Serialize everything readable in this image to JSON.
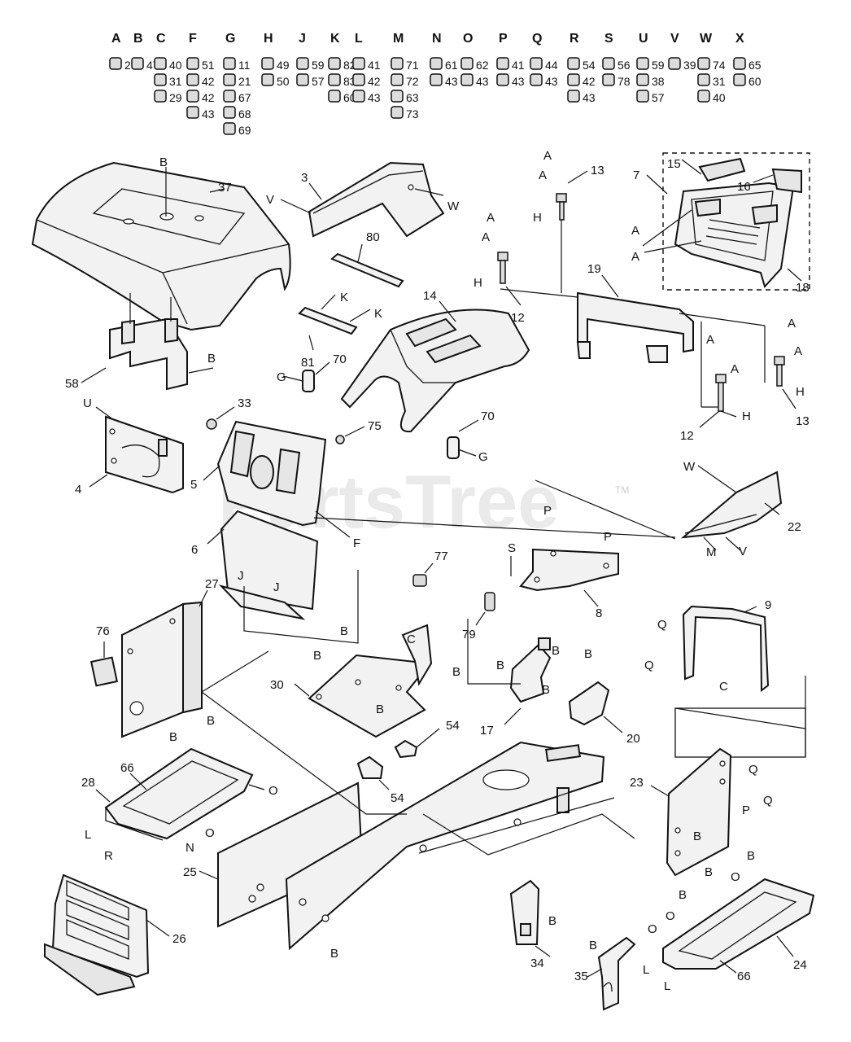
{
  "watermark": "PartsTree",
  "watermark_tm": "TM",
  "hardware": [
    {
      "letter": "A",
      "nums": [
        "2"
      ]
    },
    {
      "letter": "B",
      "nums": [
        "47"
      ]
    },
    {
      "letter": "C",
      "nums": [
        "40",
        "31",
        "29"
      ]
    },
    {
      "letter": "F",
      "nums": [
        "51",
        "42",
        "42",
        "43"
      ]
    },
    {
      "letter": "G",
      "nums": [
        "11",
        "21",
        "67",
        "68",
        "69"
      ]
    },
    {
      "letter": "H",
      "nums": [
        "49",
        "50"
      ]
    },
    {
      "letter": "J",
      "nums": [
        "59",
        "57"
      ]
    },
    {
      "letter": "K",
      "nums": [
        "82",
        "83",
        "60"
      ]
    },
    {
      "letter": "L",
      "nums": [
        "41",
        "42",
        "43"
      ]
    },
    {
      "letter": "M",
      "nums": [
        "71",
        "72",
        "63",
        "73"
      ]
    },
    {
      "letter": "N",
      "nums": [
        "61",
        "43"
      ]
    },
    {
      "letter": "O",
      "nums": [
        "62",
        "43"
      ]
    },
    {
      "letter": "P",
      "nums": [
        "41",
        "43"
      ]
    },
    {
      "letter": "Q",
      "nums": [
        "44",
        "43"
      ]
    },
    {
      "letter": "R",
      "nums": [
        "54",
        "42",
        "43"
      ]
    },
    {
      "letter": "S",
      "nums": [
        "56",
        "78"
      ]
    },
    {
      "letter": "U",
      "nums": [
        "59",
        "38",
        "57"
      ]
    },
    {
      "letter": "V",
      "nums": [
        "39"
      ]
    },
    {
      "letter": "W",
      "nums": [
        "74",
        "31",
        "40"
      ]
    },
    {
      "letter": "X",
      "nums": [
        "65",
        "60"
      ]
    }
  ],
  "part_labels": {
    "p37": "37",
    "p3": "3",
    "p13a": "13",
    "p7": "7",
    "p15": "15",
    "p16": "16",
    "p80": "80",
    "p14": "14",
    "p19": "19",
    "p18": "18",
    "p12a": "12",
    "p12b": "12",
    "p13b": "13",
    "p58": "58",
    "p81": "81",
    "p70a": "70",
    "p70b": "70",
    "p33": "33",
    "p75": "75",
    "p4": "4",
    "p5": "5",
    "p22": "22",
    "p6": "6",
    "p27": "27",
    "p77": "77",
    "p8": "8",
    "p79": "79",
    "p9": "9",
    "p76": "76",
    "p30": "30",
    "p17": "17",
    "p20": "20",
    "p54a": "54",
    "p54b": "54",
    "p28": "28",
    "p66a": "66",
    "p23": "23",
    "p25": "25",
    "p26": "26",
    "p34": "34",
    "p35": "35",
    "p24": "24",
    "p66b": "66"
  },
  "callouts": {
    "cB1": "B",
    "cV1": "V",
    "cW1": "W",
    "cA1": "A",
    "cA2": "A",
    "cH1": "H",
    "cA3": "A",
    "cA4": "A",
    "cH2": "H",
    "cA5": "A",
    "cA6": "A",
    "cB2": "B",
    "cK1": "K",
    "cK2": "K",
    "cG1": "G",
    "cA7": "A",
    "cA8": "A",
    "cH3": "H",
    "cA9": "A",
    "cA10": "A",
    "cH4": "H",
    "cU1": "U",
    "cF1": "F",
    "cG2": "G",
    "cW2": "W",
    "cP1": "P",
    "cP2": "P",
    "cM1": "M",
    "cV2": "V",
    "cS1": "S",
    "cJ1": "J",
    "cJ2": "J",
    "cB3": "B",
    "cB4": "B",
    "cB5": "B",
    "cC1": "C",
    "cB6": "B",
    "cB7": "B",
    "cB8": "B",
    "cB9": "B",
    "cB10": "B",
    "cQ1": "Q",
    "cQ2": "Q",
    "cC2": "C",
    "cB11": "B",
    "cB12": "B",
    "cO1": "O",
    "cL1": "L",
    "cR1": "R",
    "cN1": "N",
    "cO2": "O",
    "cQ3": "Q",
    "cQ4": "Q",
    "cP3": "P",
    "cB13": "B",
    "cB14": "B",
    "cB15": "B",
    "cB16": "B",
    "cO3": "O",
    "cB17": "B",
    "cO4": "O",
    "cO5": "O",
    "cL2": "L",
    "cL3": "L",
    "cB18": "B",
    "cB19": "B",
    "cA11": "A"
  }
}
